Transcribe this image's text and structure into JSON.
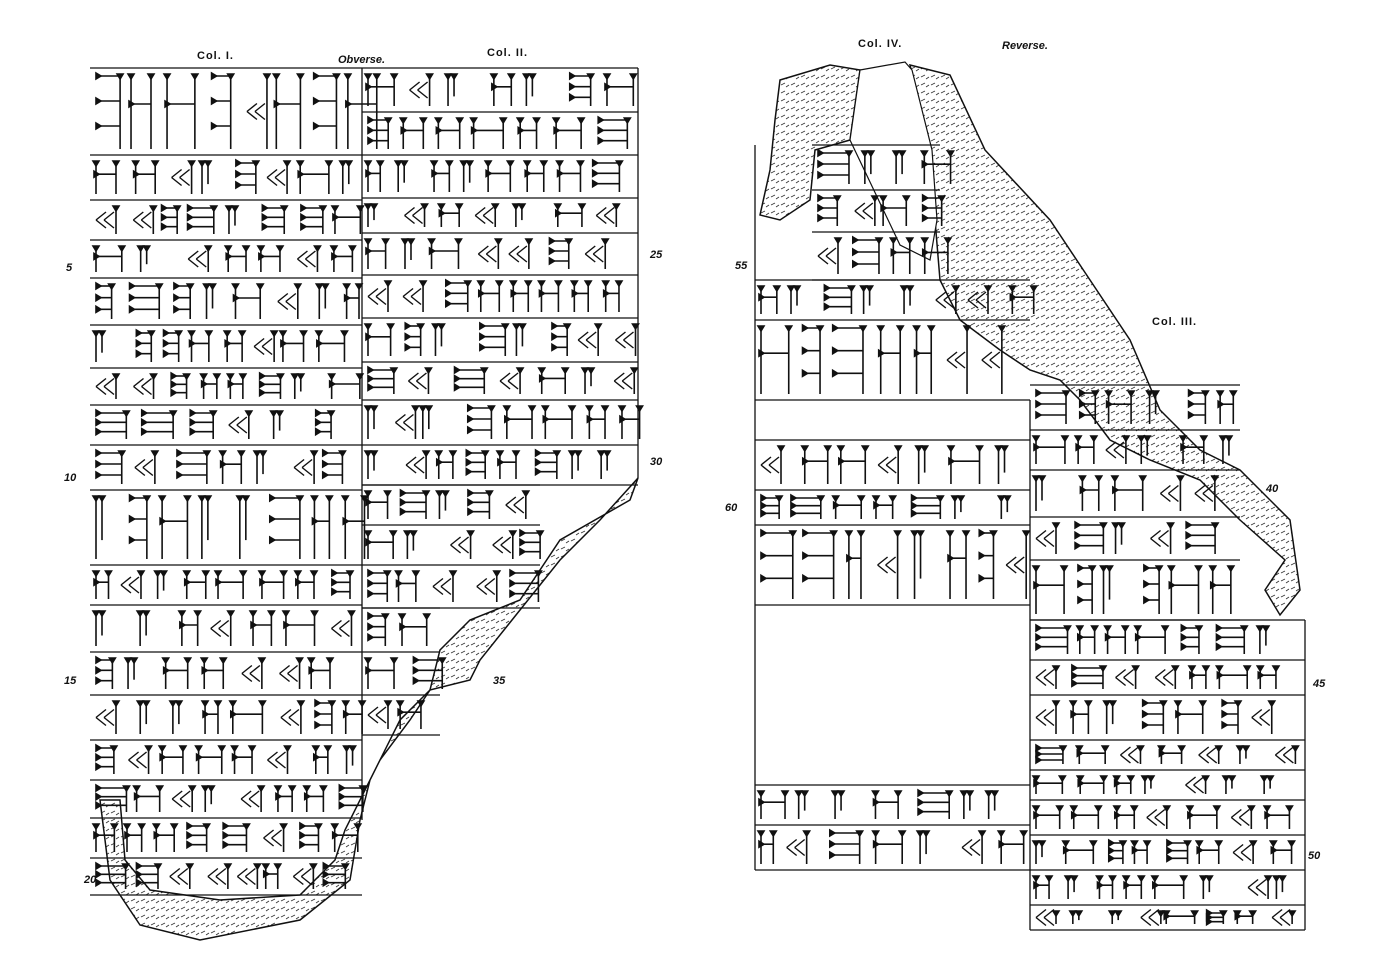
{
  "obverse": {
    "title": "Obverse.",
    "col_left": "Col. I.",
    "col_right": "Col. II.",
    "line_numbers": [
      "5",
      "10",
      "15",
      "20",
      "25",
      "30",
      "35"
    ]
  },
  "reverse": {
    "title": "Reverse.",
    "col_left": "Col. IV.",
    "col_right": "Col. III.",
    "line_numbers": [
      "55",
      "60",
      "40",
      "45",
      "50"
    ]
  }
}
